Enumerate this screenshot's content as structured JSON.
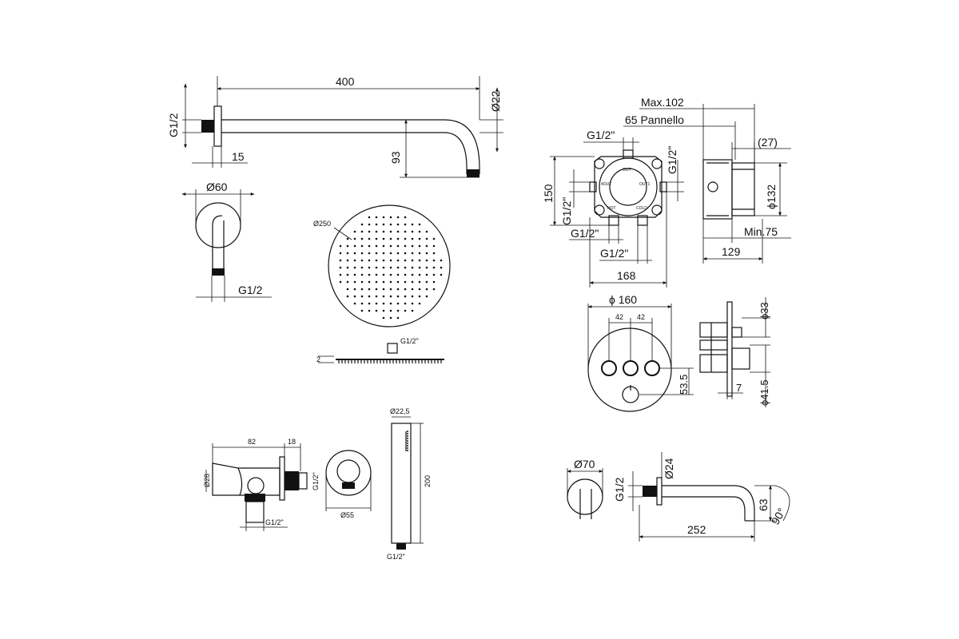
{
  "arm": {
    "length": "400",
    "diameter": "Ø22",
    "thread": "G1/2",
    "flange_depth": "15",
    "drop": "93"
  },
  "elbow": {
    "diameter": "Ø60",
    "thread": "G1/2"
  },
  "head": {
    "diameter": "Ø250",
    "connector": "G1/2\"",
    "thickness": "2"
  },
  "valve_box": {
    "max_depth": "Max.102",
    "panel": "65 Pannello",
    "extension": "(27)",
    "port_top": "G1/2\"",
    "port_left": "G1/2\"",
    "port_right": "G1/2\"",
    "port_bottom_left": "G1/2\"",
    "port_bottom_right": "G1/2\"",
    "height": "150",
    "width": "168",
    "side_diameter": "ϕ132",
    "min_depth": "Min.75",
    "side_depth": "129",
    "ports": {
      "top": "OUT",
      "left": "4OUT",
      "right": "OUT1",
      "bottom_left": "HOT",
      "bottom_right": "COLD"
    }
  },
  "trim": {
    "diameter": "ϕ 160",
    "spacing_1": "42",
    "spacing_2": "42",
    "knob_offset": "53.5",
    "side_button": "ϕ33",
    "side_knob": "ϕ41.5",
    "side_thickness": "7"
  },
  "holder": {
    "length": "82",
    "flange": "18",
    "diameter": "Ø28",
    "bottom_thread": "G1/2\"",
    "rear_thread": "G1/2\""
  },
  "outlet": {
    "diameter": "Ø55"
  },
  "hand_shower": {
    "diameter": "Ø22,5",
    "length": "200",
    "thread": "G1/2\""
  },
  "spout": {
    "rosette_diameter": "Ø70",
    "thread": "G1/2",
    "diameter": "Ø24",
    "drop": "63",
    "angle": "90°",
    "length": "252"
  }
}
